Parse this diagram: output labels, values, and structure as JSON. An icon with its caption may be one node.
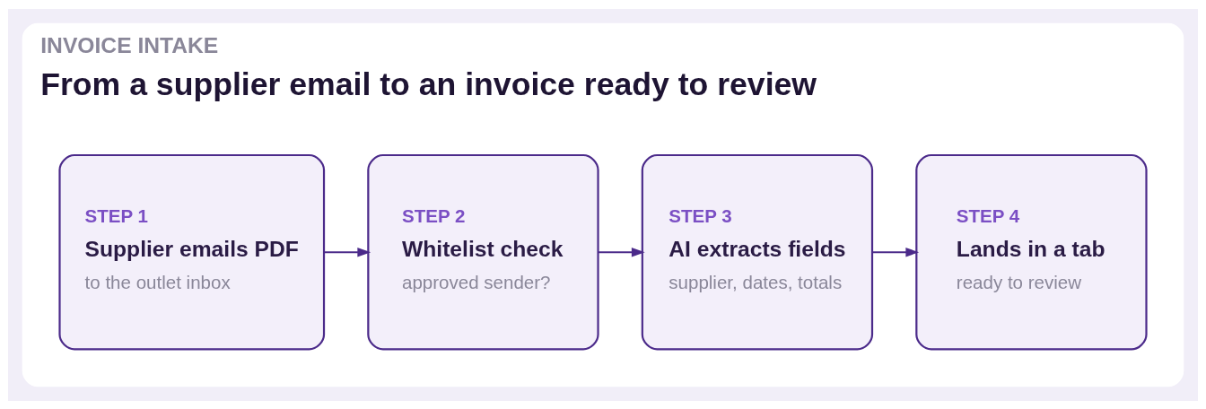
{
  "diagram": {
    "nodes": [
      {
        "text": [
          "INVOICE INTAKE",
          "From a supplier email to an invoice ready to review"
        ]
      },
      {
        "text": [
          "STEP 1",
          "Supplier emails PDF",
          "to the outlet inbox"
        ],
        "in": 0
      },
      {
        "text": [
          "STEP 2",
          "Whitelist check",
          "approved sender?"
        ],
        "in": 0
      },
      {
        "text": [
          "STEP 3",
          "AI extracts fields",
          "supplier, dates, totals"
        ],
        "in": 0
      },
      {
        "text": [
          "STEP 4",
          "Lands in a tab",
          "ready to review"
        ],
        "in": 0
      }
    ],
    "edges": [
      {
        "from": 1,
        "to": 2,
        "arrow": "to"
      },
      {
        "from": 2,
        "to": 3,
        "arrow": "to"
      },
      {
        "from": 3,
        "to": 4,
        "arrow": "to"
      }
    ]
  }
}
